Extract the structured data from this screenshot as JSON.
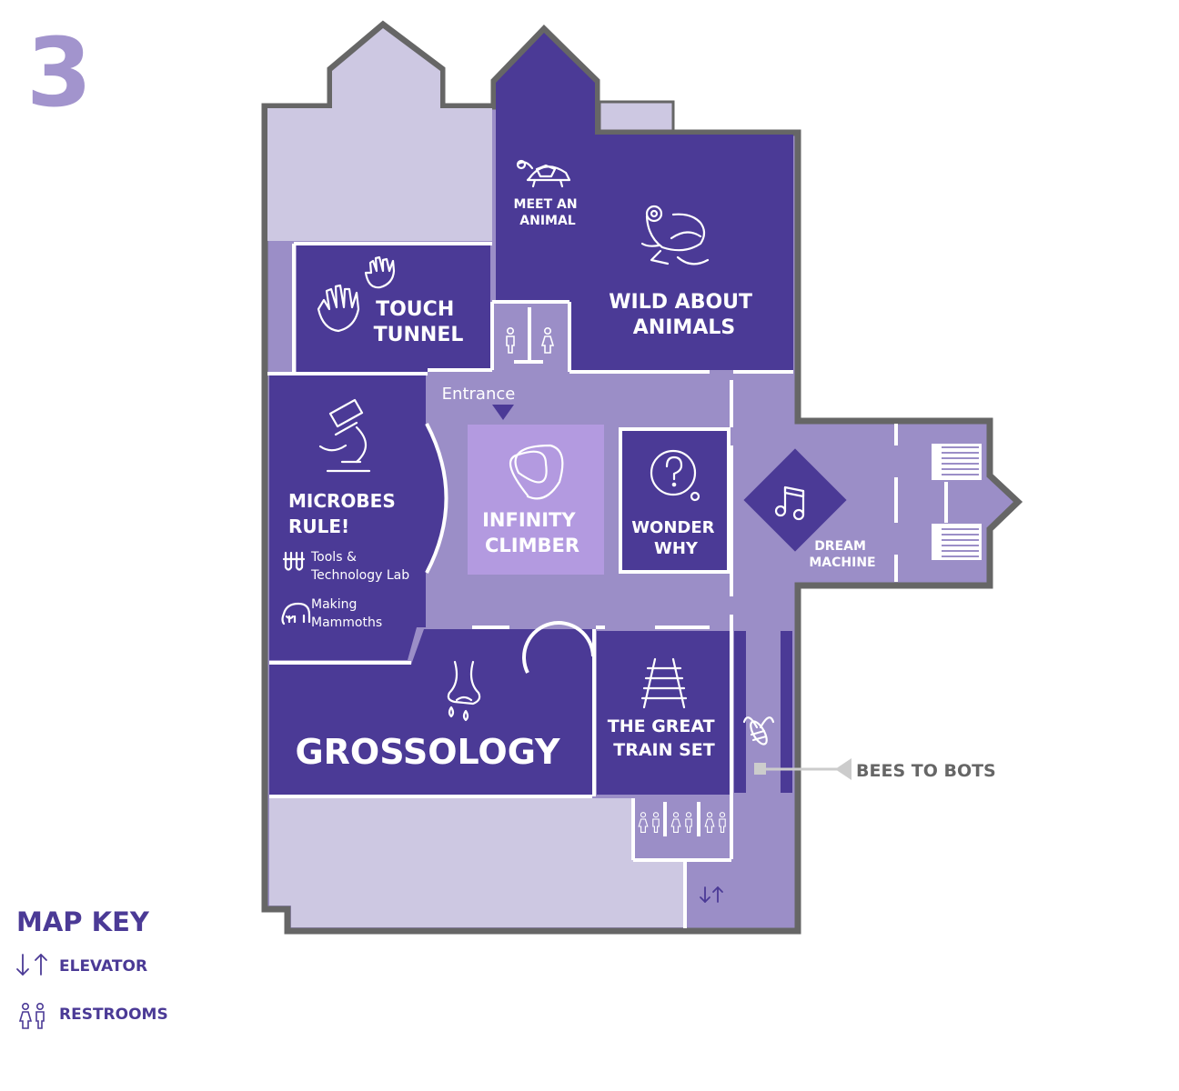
{
  "floor_number": "3",
  "colors": {
    "dark": "#4b3a96",
    "medium": "#9b8ec7",
    "light": "#cdc8e2",
    "highlight": "#b39ae0",
    "outline": "#666666",
    "number": "#a294cd",
    "pointer": "#cccccc",
    "callout_text": "#666666"
  },
  "entrance_label": "Entrance",
  "exhibits": {
    "meet_an_animal": [
      "MEET AN",
      "ANIMAL"
    ],
    "wild_about_animals": [
      "WILD ABOUT",
      "ANIMALS"
    ],
    "touch_tunnel": [
      "TOUCH",
      "TUNNEL"
    ],
    "microbes_rule": [
      "MICROBES",
      "RULE!"
    ],
    "tools_lab": [
      "Tools &",
      "Technology Lab"
    ],
    "making_mammoths": [
      "Making",
      "Mammoths"
    ],
    "infinity_climber": [
      "INFINITY",
      "CLIMBER"
    ],
    "wonder_why": [
      "WONDER",
      "WHY"
    ],
    "dream_machine": [
      "DREAM",
      "MACHINE"
    ],
    "grossology": "GROSSOLOGY",
    "great_train_set": [
      "THE GREAT",
      "TRAIN SET"
    ],
    "bees_to_bots": "BEES TO BOTS"
  },
  "icons": {
    "turtle": "turtle-icon",
    "frog": "frog-icon",
    "hands": "hands-icon",
    "microscope": "microscope-icon",
    "test_tubes": "test-tubes-icon",
    "mammoth": "mammoth-icon",
    "climber": "climber-icon",
    "question": "question-icon",
    "music": "music-note-icon",
    "nose": "nose-icon",
    "train_track": "train-track-icon",
    "bee": "bee-icon",
    "restroom": "restroom-icon",
    "elevator": "elevator-icon"
  },
  "map_key": {
    "title": "MAP KEY",
    "items": [
      {
        "icon": "elevator-icon",
        "label": "ELEVATOR"
      },
      {
        "icon": "restroom-icon",
        "label": "RESTROOMS"
      }
    ]
  }
}
